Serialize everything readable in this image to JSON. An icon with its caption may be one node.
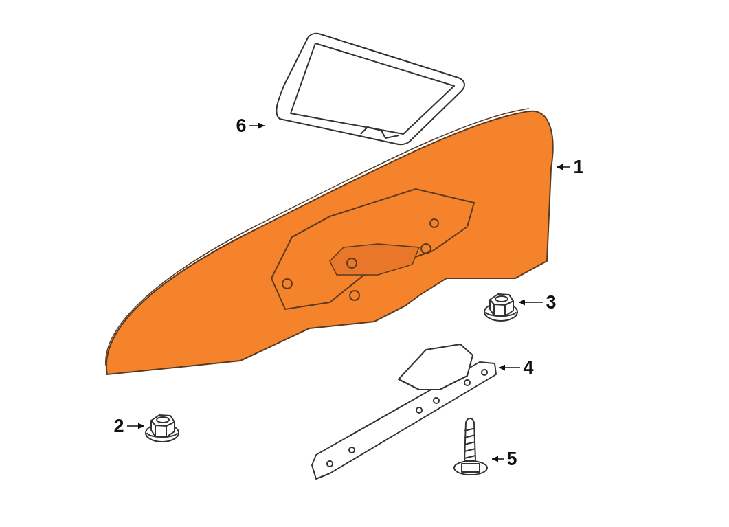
{
  "diagram": {
    "nodes": [
      {
        "text": [
          "6"
        ]
      },
      {
        "text": [],
        "shape": "picture"
      },
      {
        "text": [
          "1"
        ]
      },
      {
        "text": [],
        "shape": "picture"
      },
      {
        "text": [
          "3"
        ]
      },
      {
        "text": [],
        "shape": "picture"
      },
      {
        "text": [
          "4"
        ]
      },
      {
        "text": [],
        "shape": "picture"
      },
      {
        "text": [
          "2"
        ]
      },
      {
        "text": [],
        "shape": "picture"
      },
      {
        "text": [
          "5"
        ]
      },
      {
        "text": [],
        "shape": "picture"
      }
    ],
    "edges": [
      {
        "from": 0,
        "to": 1,
        "arrow": "to"
      },
      {
        "from": 2,
        "to": 3,
        "arrow": "to"
      },
      {
        "from": 4,
        "to": 5,
        "arrow": "to"
      },
      {
        "from": 6,
        "to": 7,
        "arrow": "to"
      },
      {
        "from": 8,
        "to": 9,
        "arrow": "to"
      },
      {
        "from": 10,
        "to": 11,
        "arrow": "to"
      }
    ]
  }
}
